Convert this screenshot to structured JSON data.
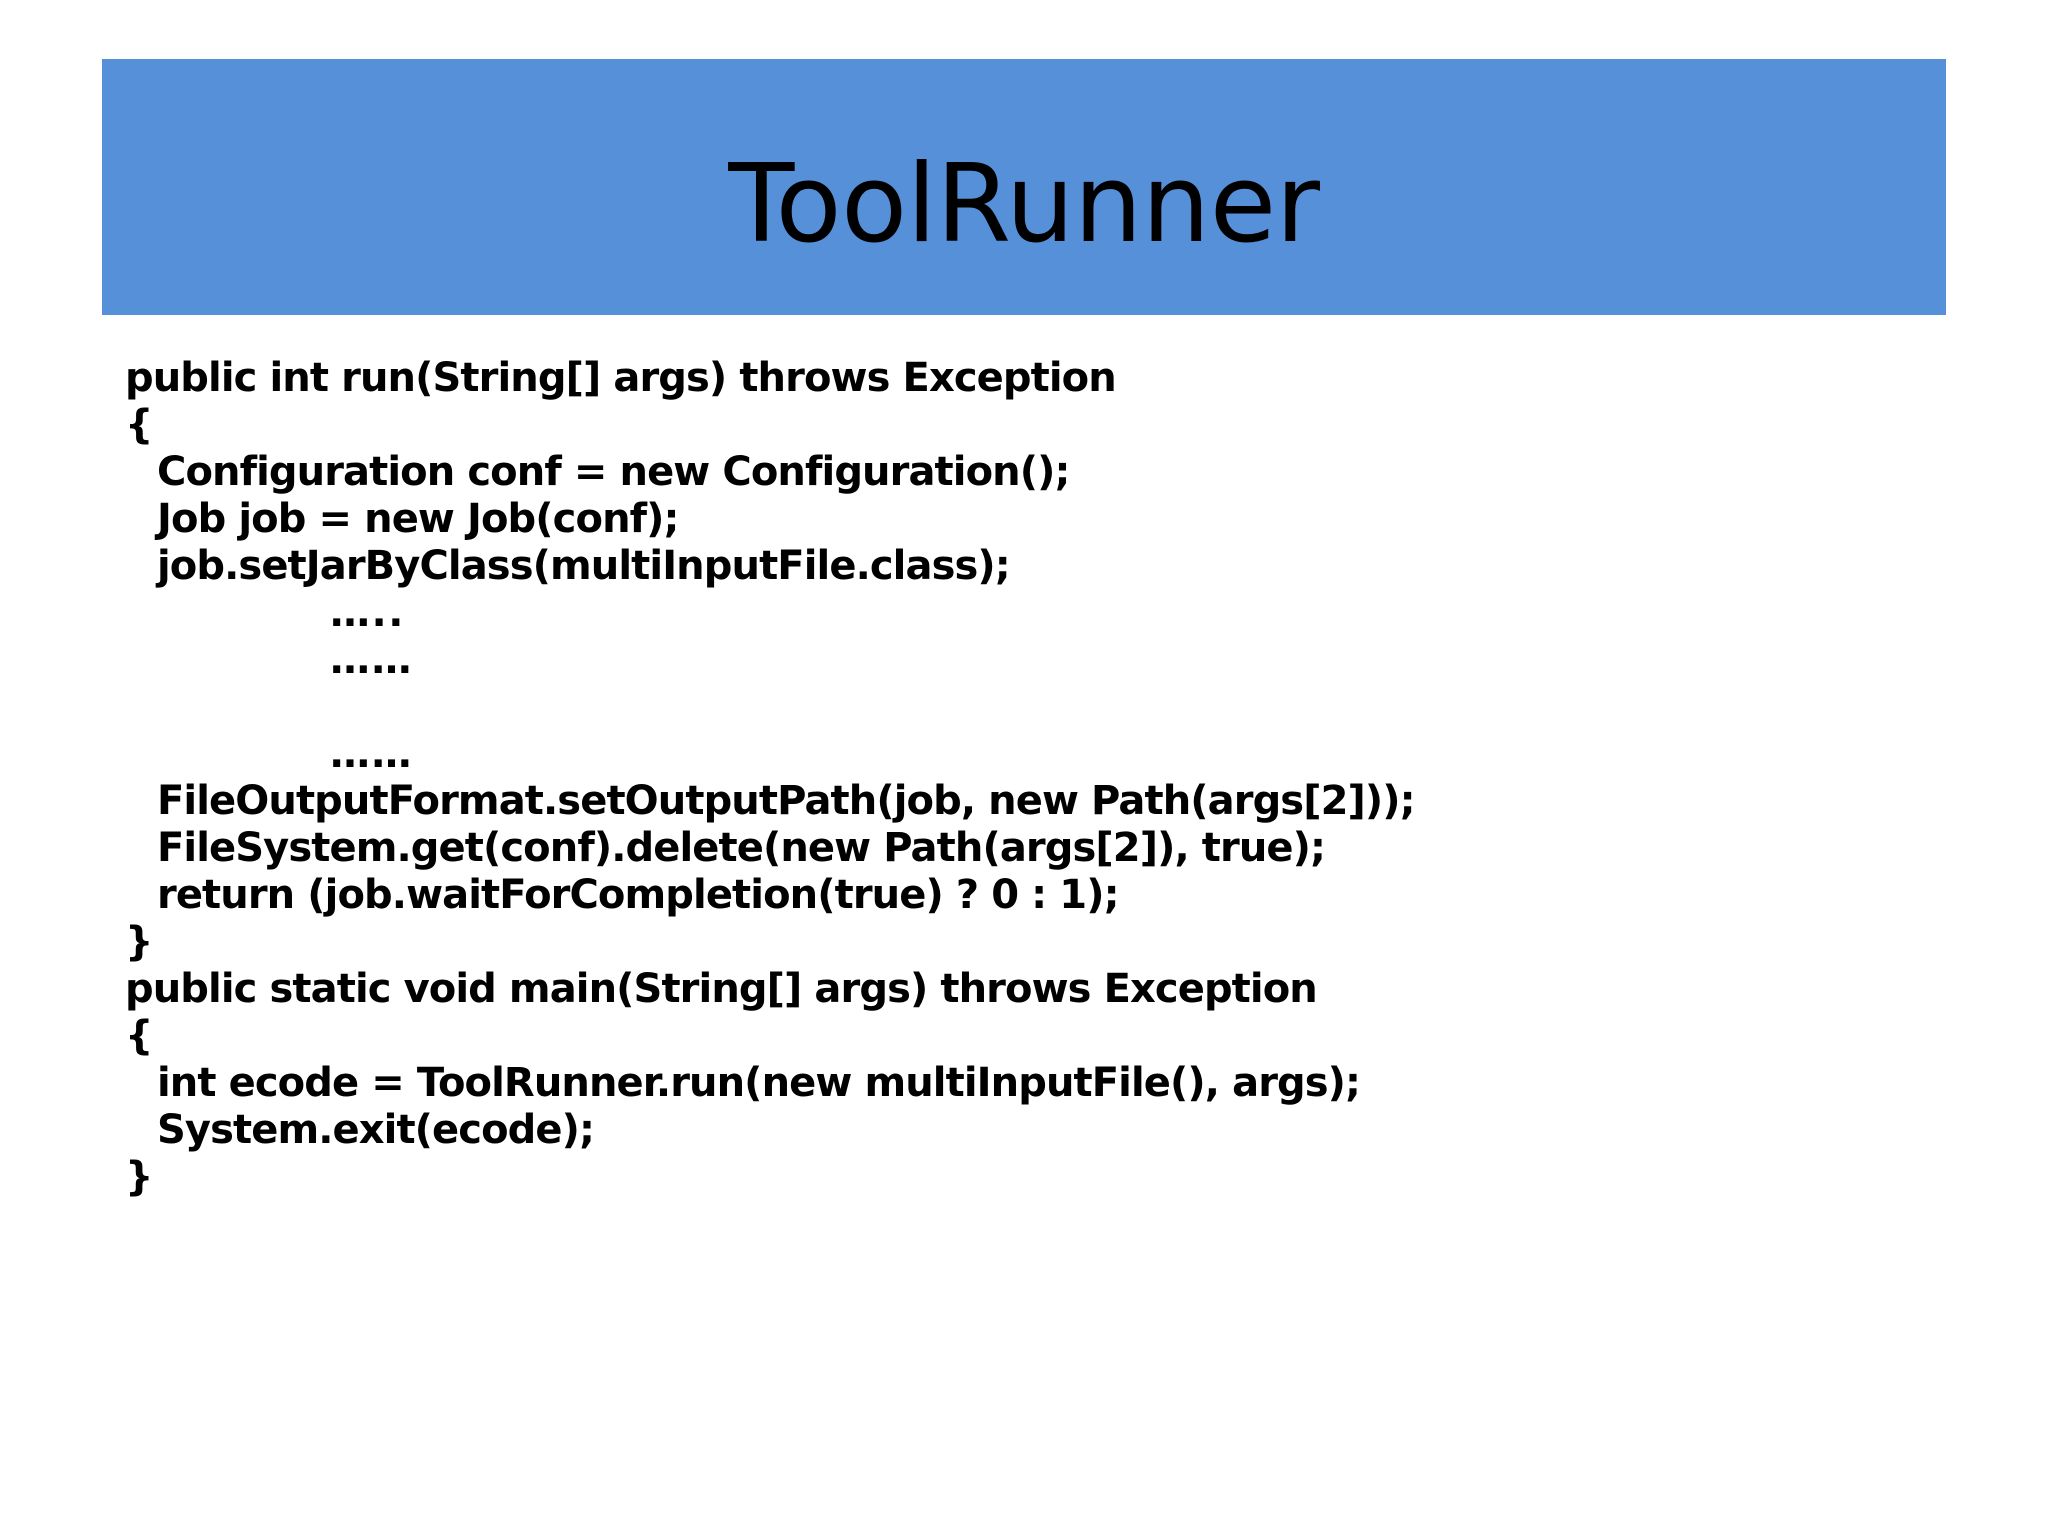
{
  "slide": {
    "background_color": "#ffffff",
    "title": {
      "text": "ToolRunner",
      "banner_color": "#5590D9",
      "text_color": "#000000"
    },
    "code_lines": [
      {
        "text": "public int run(String[] args) throws Exception",
        "indent": 0
      },
      {
        "text": "{",
        "indent": 0
      },
      {
        "text": "Configuration conf = new Configuration();",
        "indent": 1
      },
      {
        "text": "Job job = new Job(conf);",
        "indent": 1
      },
      {
        "text": "job.setJarByClass(multiInputFile.class);",
        "indent": 1
      },
      {
        "text": "…..",
        "indent": 2
      },
      {
        "text": "……",
        "indent": 2
      },
      {
        "text": "",
        "indent": 2
      },
      {
        "text": "……",
        "indent": 2
      },
      {
        "text": "FileOutputFormat.setOutputPath(job, new Path(args[2]));",
        "indent": 1
      },
      {
        "text": "FileSystem.get(conf).delete(new Path(args[2]), true);",
        "indent": 1
      },
      {
        "text": "return (job.waitForCompletion(true) ? 0 : 1);",
        "indent": 1
      },
      {
        "text": "}",
        "indent": 0
      },
      {
        "text": "public static void main(String[] args) throws Exception",
        "indent": 0
      },
      {
        "text": "{",
        "indent": 0
      },
      {
        "text": "int ecode = ToolRunner.run(new multiInputFile(), args);",
        "indent": 1
      },
      {
        "text": "System.exit(ecode);",
        "indent": 1
      },
      {
        "text": "}",
        "indent": 0
      }
    ]
  }
}
